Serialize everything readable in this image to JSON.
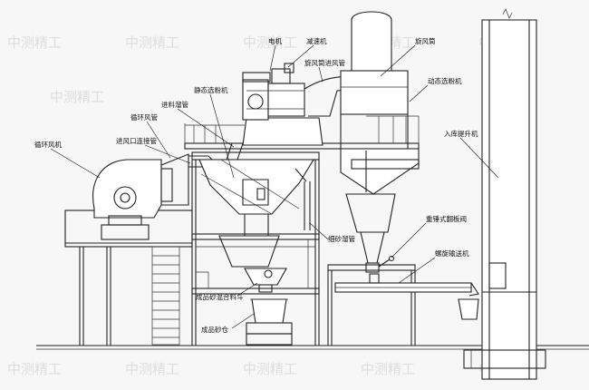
{
  "labels": {
    "motor": "电机",
    "reducer": "减速机",
    "cyclone_inlet_pipe": "旋风筒进风管",
    "cyclone": "旋风筒",
    "dynamic_separator": "动态选粉机",
    "static_separator": "静态选粉机",
    "feed_chute": "进料溜管",
    "circulating_duct": "循环风管",
    "inlet_connector": "进风口连接管",
    "circulating_fan": "循环风机",
    "bucket_elevator": "入库提升机",
    "fine_sand_chute": "细砂溜管",
    "flap_valve": "重锤式翻板阀",
    "screw_conveyor": "螺旋输送机",
    "mixing_hopper": "成品砂混合料斗",
    "product_bin": "成品砂仓"
  },
  "watermark": "中测精工",
  "colors": {
    "line": "#222222",
    "background": "#f7f7f7",
    "watermark": "#c9c9c9"
  }
}
